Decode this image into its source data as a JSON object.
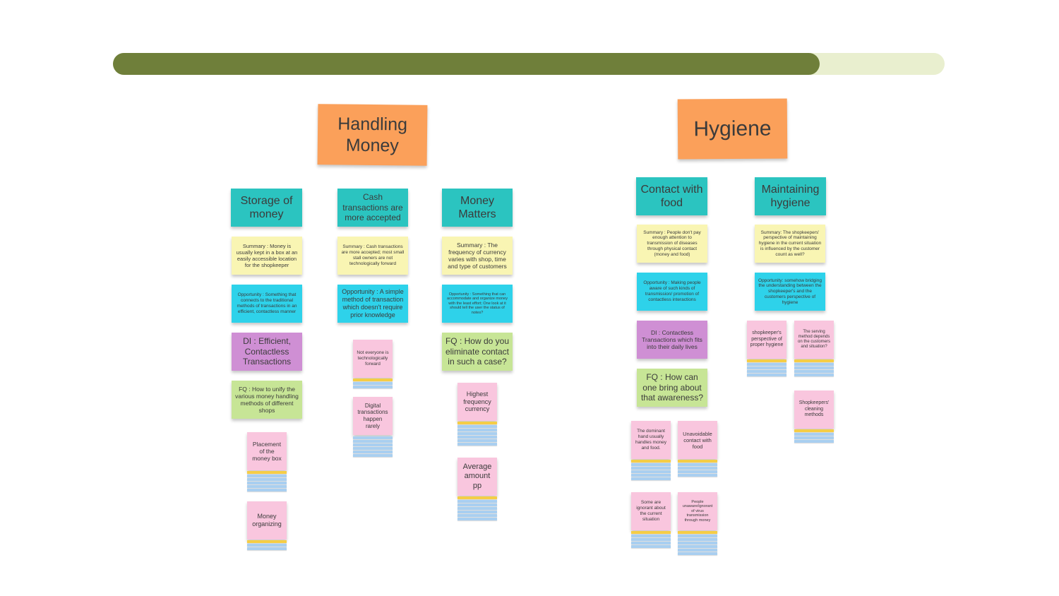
{
  "progress": {
    "value": 0.85
  },
  "colors": {
    "orange": "#fba05a",
    "teal": "#2bc4c0",
    "yellow": "#f9f5b3",
    "cyan": "#2ed2ea",
    "purple": "#cf8fd4",
    "green": "#c7e596",
    "pink": "#f9c6de",
    "progress_fill": "#6f7f3a",
    "progress_track": "#e9efcf"
  },
  "notes": {
    "handling_money": "Handling Money",
    "hygiene": "Hygiene",
    "storage_of_money": "Storage of money",
    "cash_transactions": "Cash transactions are more accepted",
    "money_matters": "Money Matters",
    "contact_with_food": "Contact with food",
    "maintaining_hygiene": "Maintaining hygiene",
    "storage_summary": "Summary : Money is usually kept in a box at an easily accessible location for the shopkeeper",
    "cash_summary": "Summary : Cash transactions are more accepted; most small stall owners are not technologically forward",
    "matters_summary": "Summary : The frequency of currency varies with shop, time and type of customers",
    "contact_summary": "Summary : People don't pay enough attention to transmission of diseases through physical contact (money and food)",
    "maintaining_summary": "Summary: The shopkeepers' perspective of maintaining hygiene in the current situation is influenced by the customer count as well?",
    "storage_opportunity": "Opportunity : Something that connects to the traditional methods of transactions in an efficient, contactless manner",
    "cash_opportunity": "Opportunity : A simple method of transaction which doesn't require prior knowledge",
    "matters_opportunity": "Opportunity : Something that can accommodate and organize money with the least effort; One look at it should tell the user the status of notes?",
    "contact_opportunity": "Opportunity : Making people aware of such kinds of transmission/ promotion of contactless interactions",
    "maintaining_opportunity": "Opportunity: somehow bridging the understanding between the shopkeeper's and the customers perspective of hygiene",
    "storage_di": "DI : Efficient, Contactless Transactions",
    "contact_di": "DI : Contactless Transactions which fits into their daily lives",
    "storage_fq": "FQ : How to unify the various money handling methods of different shops",
    "matters_fq": "FQ : How do you eliminate contact in such a case?",
    "contact_fq": "FQ : How can one bring about that awareness?",
    "placement_money_box": "Placement of the money box",
    "money_organizing": "Money organizing",
    "not_everyone_forward": "Not everyone is technologically forward",
    "digital_rarely": "Digital transactions happen rarely",
    "highest_frequency": "Highest frequency currency",
    "average_amount": "Average amount pp",
    "dominant_hand": "The dominant hand usually handles money and food.",
    "unavoidable_contact": "Unavoidable contact with food",
    "some_ignorant": "Some are ignorant about the current situation",
    "people_unaware": "People unaware/ignorant of virus transmission through money",
    "shopkeepers_perspective": "shopkeeper's perspective of proper hygiene",
    "serving_method": "The serving method depends on the customers and situation?",
    "cleaning_methods": "Shopkeepers' cleaning methods"
  }
}
